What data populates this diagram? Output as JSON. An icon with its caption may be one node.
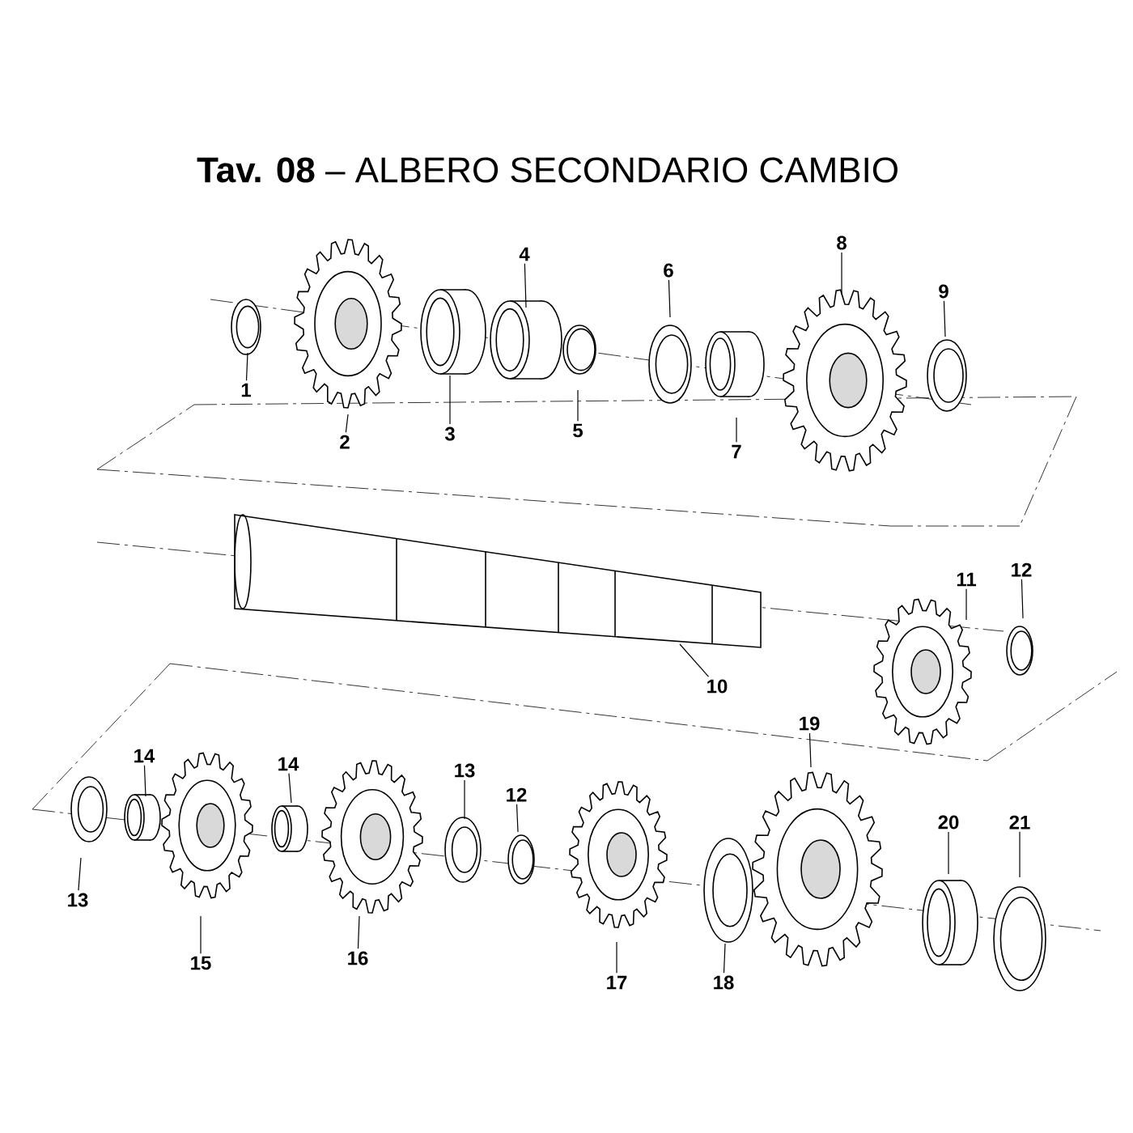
{
  "diagram": {
    "title": "**Tav. 08** – ALBERO SECONDARIO CAMBIO",
    "nodes": [
      {
        "text": [
          "1"
        ]
      },
      {
        "text": [
          "2"
        ]
      },
      {
        "text": [
          "3"
        ]
      },
      {
        "text": [
          "4"
        ]
      },
      {
        "text": [
          "5"
        ]
      },
      {
        "text": [
          "6"
        ]
      },
      {
        "text": [
          "7"
        ]
      },
      {
        "text": [
          "8"
        ]
      },
      {
        "text": [
          "9"
        ]
      },
      {
        "text": [
          "10"
        ]
      },
      {
        "text": [
          "11"
        ]
      },
      {
        "text": [
          "12"
        ]
      },
      {
        "text": [
          "14"
        ]
      },
      {
        "text": [
          "14"
        ]
      },
      {
        "text": [
          "13"
        ]
      },
      {
        "text": [
          "12"
        ]
      },
      {
        "text": [
          "19"
        ]
      },
      {
        "text": [
          "20"
        ]
      },
      {
        "text": [
          "21"
        ]
      },
      {
        "text": [
          "13"
        ]
      },
      {
        "text": [
          "15"
        ]
      },
      {
        "text": [
          "16"
        ]
      },
      {
        "text": [
          "17"
        ]
      },
      {
        "text": [
          "18"
        ]
      }
    ],
    "edges": [
      {
        "from": 0,
        "to": null,
        "arrow": "none"
      },
      {
        "from": 1,
        "to": null,
        "arrow": "none"
      },
      {
        "from": 2,
        "to": null,
        "arrow": "none"
      },
      {
        "from": 3,
        "to": null,
        "arrow": "none"
      },
      {
        "from": 4,
        "to": null,
        "arrow": "none"
      },
      {
        "from": 5,
        "to": null,
        "arrow": "none"
      },
      {
        "from": 6,
        "to": null,
        "arrow": "none"
      },
      {
        "from": 7,
        "to": null,
        "arrow": "none"
      },
      {
        "from": 8,
        "to": null,
        "arrow": "none"
      },
      {
        "from": 9,
        "to": null,
        "arrow": "none"
      },
      {
        "from": 10,
        "to": null,
        "arrow": "none"
      },
      {
        "from": 11,
        "to": null,
        "arrow": "none"
      },
      {
        "from": 12,
        "to": null,
        "arrow": "none"
      },
      {
        "from": 13,
        "to": null,
        "arrow": "none"
      },
      {
        "from": 14,
        "to": null,
        "arrow": "none"
      },
      {
        "from": 15,
        "to": null,
        "arrow": "none"
      },
      {
        "from": 16,
        "to": null,
        "arrow": "none"
      },
      {
        "from": 17,
        "to": null,
        "arrow": "none"
      },
      {
        "from": 18,
        "to": null,
        "arrow": "none"
      },
      {
        "from": 19,
        "to": null,
        "arrow": "none"
      },
      {
        "from": 20,
        "to": null,
        "arrow": "none"
      },
      {
        "from": 21,
        "to": null,
        "arrow": "none"
      },
      {
        "from": 22,
        "to": null,
        "arrow": "none"
      },
      {
        "from": 23,
        "to": null,
        "arrow": "none"
      }
    ]
  }
}
